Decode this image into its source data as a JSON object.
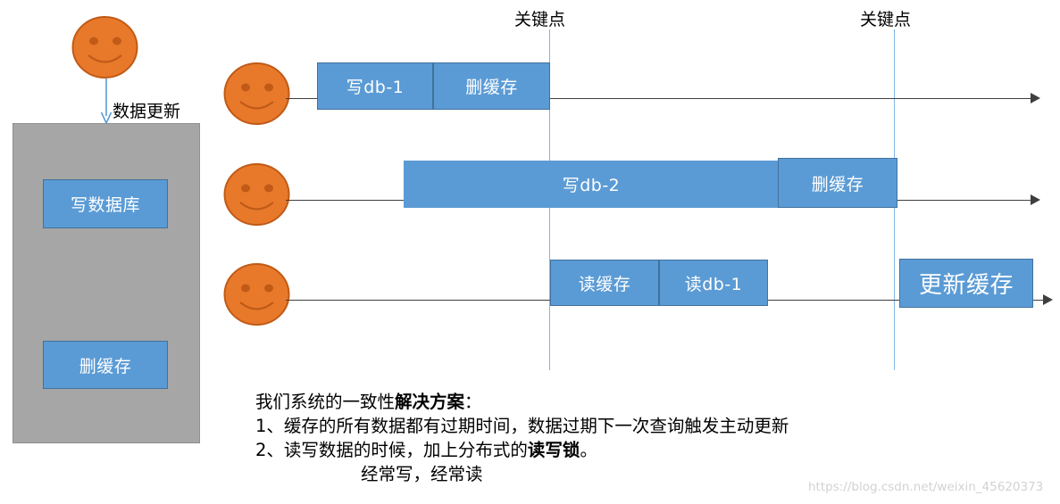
{
  "diagram": {
    "title_labels": {
      "key_point_1": "关键点",
      "key_point_2": "关键点",
      "data_update": "数据更新"
    },
    "gray_container": {
      "steps": [
        {
          "label": "写数据库"
        },
        {
          "label": "删缓存"
        }
      ]
    },
    "timelines": [
      {
        "actor": "smiley-face",
        "boxes": [
          {
            "label": "写db-1"
          },
          {
            "label": "删缓存"
          }
        ]
      },
      {
        "actor": "smiley-face",
        "boxes": [
          {
            "label": "写db-2"
          },
          {
            "label": "删缓存"
          }
        ]
      },
      {
        "actor": "smiley-face",
        "boxes": [
          {
            "label": "读缓存"
          },
          {
            "label": "读db-1"
          },
          {
            "label": "更新缓存"
          }
        ]
      }
    ],
    "notes": {
      "line1_a": "我们系统的一致性",
      "line1_b": "解决方案",
      "line1_c": "：",
      "line2": "1、缓存的所有数据都有过期时间，数据过期下一次查询触发主动更新",
      "line3_a": "2、读写数据的时候，加上分布式的",
      "line3_b": "读写锁",
      "line3_c": "。",
      "line4": "经常写，经常读"
    },
    "watermark": "https://blog.csdn.net/weixin_45620373",
    "colors": {
      "blue_fill": "#5b9bd5",
      "blue_stroke": "#41719c",
      "gray_fill": "#a6a6a6",
      "smiley_fill": "#e8792b",
      "smiley_stroke": "#c05a16",
      "key_line": "#7eb6e8",
      "timeline": "#3f3f3f"
    }
  }
}
